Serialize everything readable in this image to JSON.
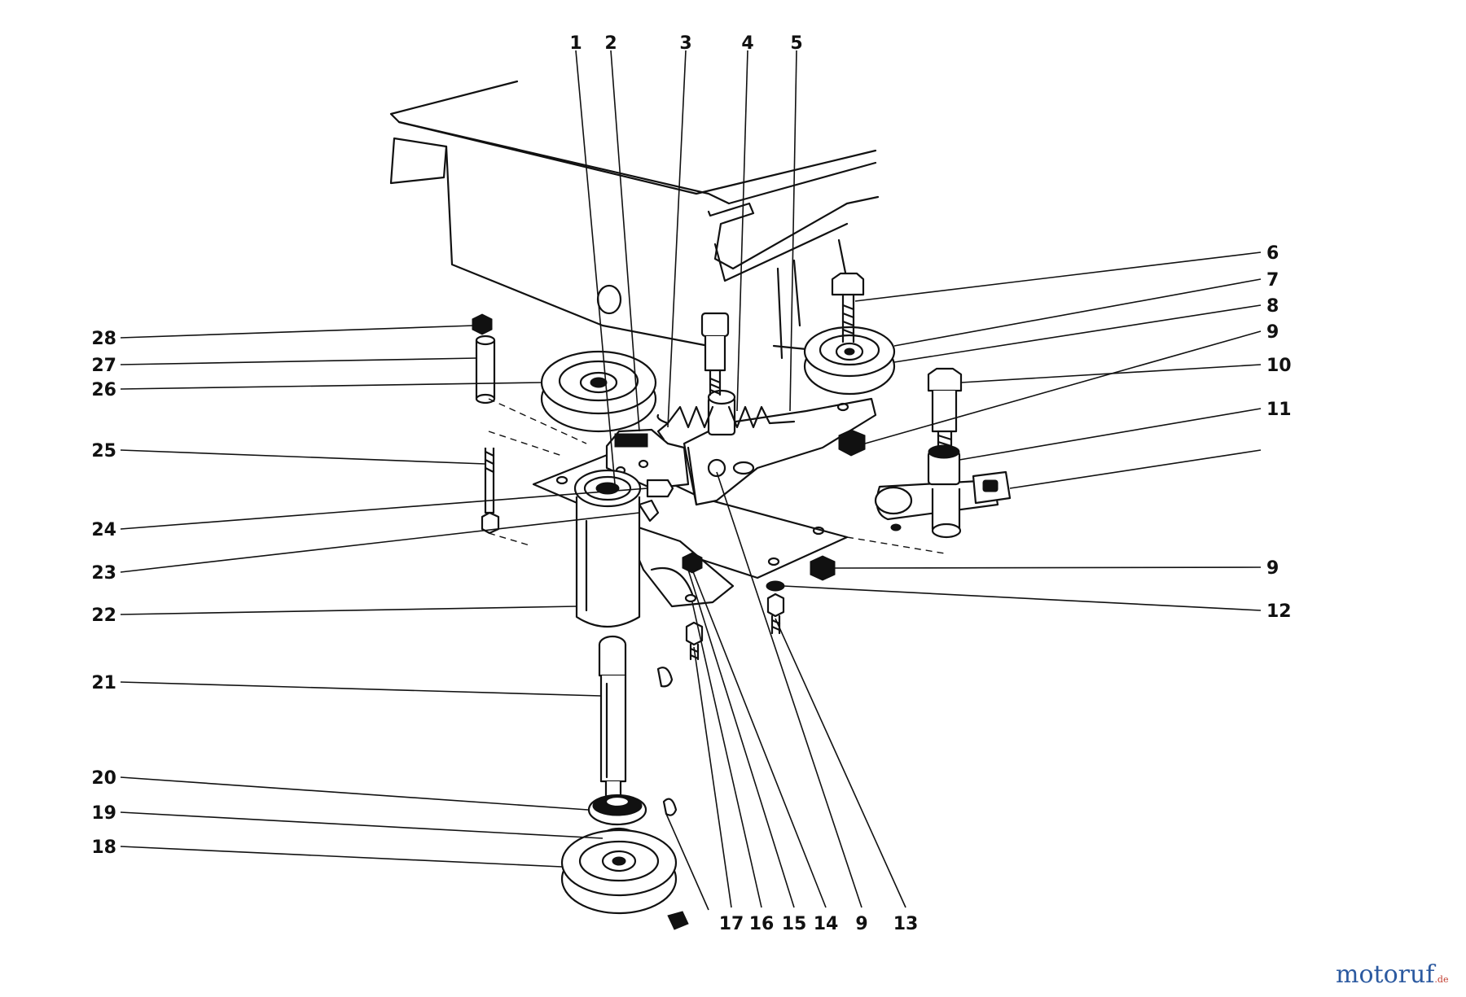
{
  "diagram": {
    "callouts": [
      "1",
      "2",
      "3",
      "4",
      "5",
      "6",
      "7",
      "8",
      "9",
      "10",
      "11",
      "9",
      "12",
      "13",
      "9",
      "14",
      "15",
      "16",
      "17",
      "18",
      "19",
      "20",
      "21",
      "22",
      "23",
      "24",
      "25",
      "26",
      "27",
      "28"
    ]
  },
  "watermark": {
    "text": "motoruf",
    "suffix": ".de",
    "color": "#2c5aa0"
  }
}
